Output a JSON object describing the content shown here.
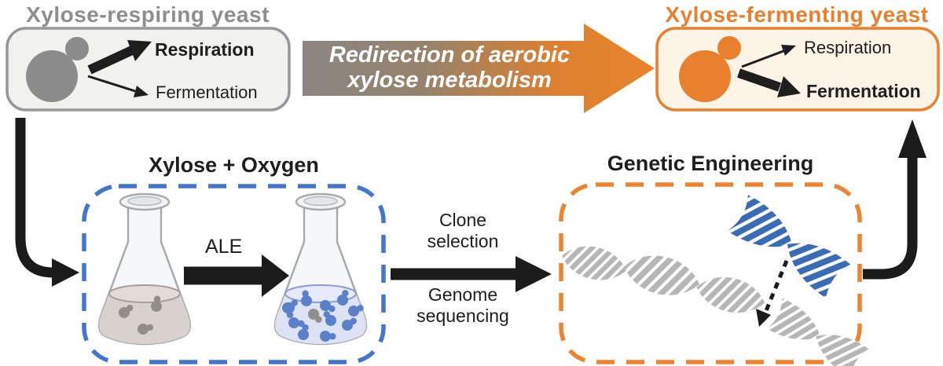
{
  "top_left": {
    "title": "Xylose-respiring yeast",
    "pathway_major": "Respiration",
    "pathway_minor": "Fermentation"
  },
  "transition": {
    "label": "Redirection of aerobic xylose metabolism"
  },
  "top_right": {
    "title": "Xylose-fermenting yeast",
    "pathway_minor": "Respiration",
    "pathway_major": "Fermentation"
  },
  "evolution": {
    "title": "Xylose + Oxygen",
    "arrow_label": "ALE"
  },
  "analysis": {
    "label_top": "Clone selection",
    "label_bottom": "Genome sequencing"
  },
  "engineering": {
    "title": "Genetic Engineering"
  },
  "icons": {
    "yeast_cell": "budding-yeast-cell",
    "flask": "erlenmeyer-flask",
    "dna": "dna-helix",
    "arrow": "flow-arrow"
  },
  "colors": {
    "gray_accent": "#8e8e8e",
    "orange_accent": "#e8802d",
    "blue_accent": "#4477cc",
    "dna_gray": "#b6b6b6",
    "dna_blue": "#3a6bb5",
    "black": "#1e1e1e",
    "box_gray_fill": "#f1f1ef",
    "box_orange_fill": "#fdf3e7"
  }
}
